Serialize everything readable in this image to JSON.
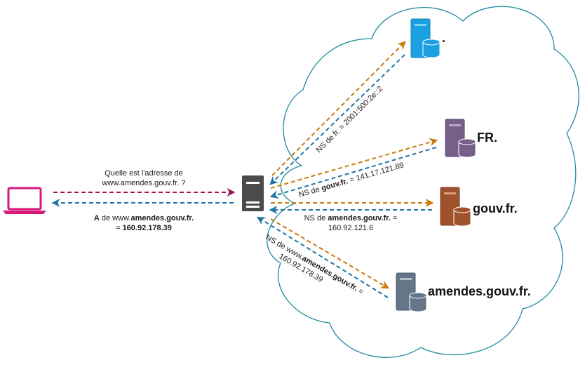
{
  "colors": {
    "query_arrow": "#a20f57",
    "response_arrow": "#1f75a8",
    "referral_arrow": "#c97a0a",
    "cloud_stroke": "#1e8ca0",
    "laptop": "#d6197b",
    "resolver": "#4b4b4b",
    "root_server": "#1ba1e2",
    "fr_server": "#76608a",
    "gouv_server": "#a0522d",
    "amendes_server": "#647687"
  },
  "icons": {
    "client": "laptop-icon",
    "resolver": "server-icon",
    "dns_server": "database-server-icon"
  },
  "client_query": {
    "line1": "Quelle est l'adresse de",
    "line2": "www.amendes.gouv.fr. ?"
  },
  "client_answer": {
    "line1_prefix": "A",
    "line1_mid": " de www.",
    "line1_bold": "amendes.gouv.fr.",
    "line2_prefix": "= ",
    "line2_bold": "160.92.178.39"
  },
  "zones": {
    "root": ".",
    "fr": "FR.",
    "gouv": "gouv.fr.",
    "amendes": "amendes.gouv.fr."
  },
  "referrals": {
    "root": "NS de fr. = 2001:500:2e::2",
    "fr": {
      "prefix": "NS de ",
      "bold": "gouv.fr.",
      "suffix": " = 141.17.121.89"
    },
    "gouv": {
      "prefix": "NS de ",
      "bold": "amendes.gouv.fr.",
      "suffix": " =",
      "line2": "160.92.121.6"
    },
    "amendes": {
      "prefix": "NS de www.",
      "bold": "amendes.gouv.fr.",
      "suffix": " =",
      "line2": "160.92.178.39"
    }
  }
}
